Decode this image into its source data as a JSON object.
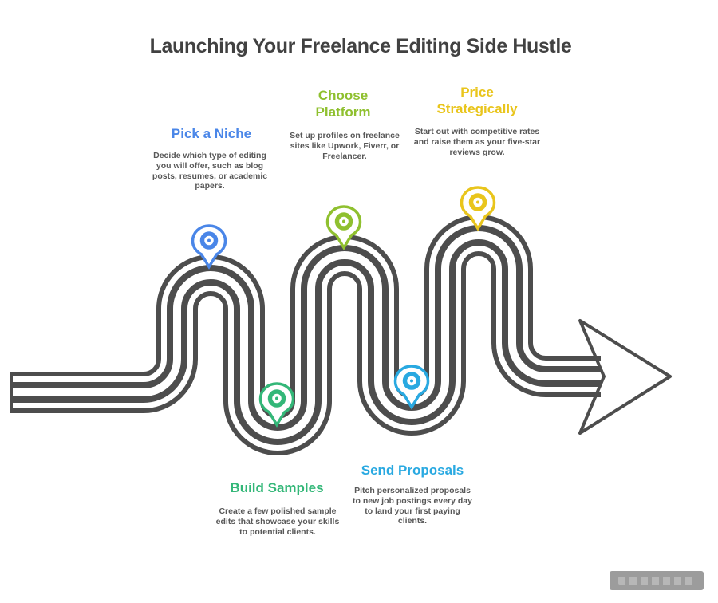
{
  "title": "Launching Your Freelance Editing Side Hustle",
  "colors": {
    "road": "#4d4d4d",
    "title_text": "#414141",
    "body_text": "#585858",
    "blue": "#4a86e8",
    "green": "#8fc02f",
    "yellow": "#e9c51c",
    "emerald": "#33b778",
    "cyan": "#29a9e1"
  },
  "icons": {
    "pin": "map-pin-icon",
    "arrow": "arrow-right-icon"
  },
  "steps": [
    {
      "id": "pick-a-niche",
      "label": "Pick a Niche",
      "color": "#4a86e8",
      "description": "Decide which type of editing you will offer, such as blog posts, resumes, or academic papers."
    },
    {
      "id": "choose-platform",
      "label": "Choose Platform",
      "color": "#8fc02f",
      "description": "Set up profiles on freelance sites like Upwork, Fiverr, or Freelancer."
    },
    {
      "id": "price-strategically",
      "label": "Price Strategically",
      "color": "#e9c51c",
      "description": "Start out with competitive rates and raise them as your five-star reviews grow."
    },
    {
      "id": "build-samples",
      "label": "Build Samples",
      "color": "#33b778",
      "description": "Create a few polished sample edits that showcase your skills to potential clients."
    },
    {
      "id": "send-proposals",
      "label": "Send Proposals",
      "color": "#29a9e1",
      "description": "Pitch personalized proposals to new job postings every day to land your first paying clients."
    }
  ]
}
